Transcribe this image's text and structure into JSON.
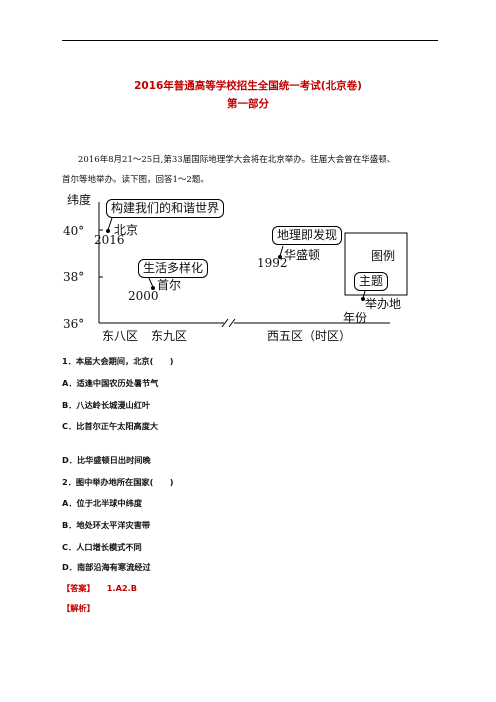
{
  "header": {
    "title": "2016年普通高等学校招生全国统一考试(北京卷)",
    "part": "第一部分"
  },
  "intro": {
    "line1": "2016年8月21～25日,第33届国际地理学大会将在北京举办。往届大会曾在华盛顿、",
    "line2": "首尔等地举办。读下图，回答1～2题。"
  },
  "figure": {
    "y_axis_label": "纬度",
    "y_ticks": [
      "40°",
      "38°",
      "36°"
    ],
    "x_ticks": [
      "东八区",
      "东九区",
      "西五区（时区）"
    ],
    "events": [
      {
        "theme": "构建我们的和谐世界",
        "city": "北京",
        "year": "2016"
      },
      {
        "theme": "生活多样化",
        "city": "首尔",
        "year": "2000"
      },
      {
        "theme": "地理即发现",
        "city": "华盛顿",
        "year": "1992"
      }
    ],
    "legend": {
      "title": "图例",
      "theme": "主题",
      "place": "举办地",
      "year": "年份"
    }
  },
  "questions": [
    {
      "stem": "1．本届大会期间，北京(　　)",
      "options": [
        "A．适逢中国农历处暑节气",
        "B．八达岭长城漫山红叶",
        "C．比首尔正午太阳高度大",
        "D．比华盛顿日出时间晚"
      ]
    },
    {
      "stem": "2．图中举办地所在国家(　　)",
      "options": [
        "A．位于北半球中纬度",
        "B．地处环太平洋灾害带",
        "C．人口增长模式不同",
        "D．南部沿海有寒流经过"
      ]
    }
  ],
  "answer": {
    "label": "【答案】",
    "value": "1.A2.B"
  },
  "analysis": {
    "label": "【解析】"
  },
  "colors": {
    "title": "#c00000",
    "answer": "#c00000"
  }
}
